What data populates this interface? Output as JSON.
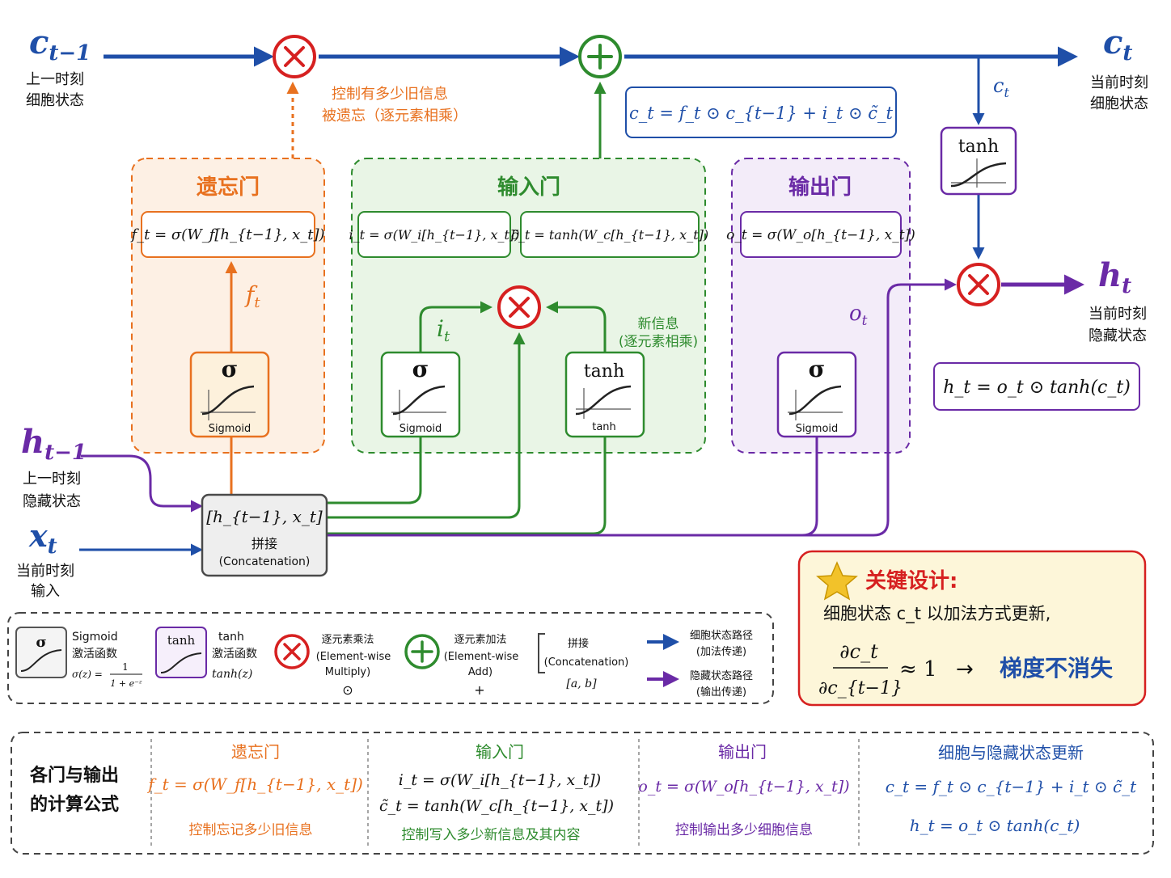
{
  "colors": {
    "blue": "#1f4fa8",
    "orange": "#e8711f",
    "green": "#2e8b2e",
    "purple": "#6a2aa6",
    "red": "#d62020",
    "gray": "#4a4a4a"
  },
  "inputs": {
    "c_prev": {
      "symbol": "c",
      "sub": "t−1",
      "label1": "上一时刻",
      "label2": "细胞状态"
    },
    "h_prev": {
      "symbol": "h",
      "sub": "t−1",
      "label1": "上一时刻",
      "label2": "隐藏状态"
    },
    "x_t": {
      "symbol": "x",
      "sub": "t",
      "label1": "当前时刻",
      "label2": "输入"
    }
  },
  "outputs": {
    "c_t": {
      "symbol": "c",
      "sub": "t",
      "label1": "当前时刻",
      "label2": "细胞状态"
    },
    "h_t": {
      "symbol": "h",
      "sub": "t",
      "label1": "当前时刻",
      "label2": "隐藏状态"
    }
  },
  "cell_path": {
    "forget_note1": "控制有多少旧信息",
    "forget_note2": "被遗忘（逐元素相乘）",
    "c_branch": {
      "symbol": "c",
      "sub": "t"
    },
    "update_formula": "c_t = f_t ⊙ c_{t−1} + i_t ⊙ c̃_t"
  },
  "forget_gate": {
    "title": "遗忘门",
    "formula": "f_t = σ(W_f[h_{t−1}, x_t])",
    "signal": {
      "symbol": "f",
      "sub": "t"
    },
    "act_symbol": "σ",
    "act_caption": "Sigmoid"
  },
  "input_gate": {
    "title": "输入门",
    "formula_i": "i_t = σ(W_i[h_{t−1}, x_t])",
    "formula_c": "c̃_t = tanh(W_c[h_{t−1}, x_t])",
    "signal": {
      "symbol": "i",
      "sub": "t"
    },
    "sigmoid_symbol": "σ",
    "sigmoid_caption": "Sigmoid",
    "tanh_symbol": "tanh",
    "tanh_caption": "tanh",
    "new_info1": "新信息",
    "new_info2": "(逐元素相乘)"
  },
  "output_gate": {
    "title": "输出门",
    "formula": "o_t = σ(W_o[h_{t−1}, x_t])",
    "signal": {
      "symbol": "o",
      "sub": "t"
    },
    "act_symbol": "σ",
    "act_caption": "Sigmoid"
  },
  "output_tanh": {
    "symbol": "tanh"
  },
  "h_formula": "h_t = o_t ⊙ tanh(c_t)",
  "concat": {
    "formula": "[h_{t−1}, x_t]",
    "label1": "拼接",
    "label2": "(Concatenation)"
  },
  "legend": {
    "sigmoid": {
      "symbol": "σ",
      "name": "Sigmoid",
      "desc": "激活函数",
      "formula_lhs": "σ(z) =",
      "num": "1",
      "den": "1 + e⁻ᶻ"
    },
    "tanh": {
      "symbol": "tanh",
      "name": "tanh",
      "desc": "激活函数",
      "formula": "tanh(z)"
    },
    "multiply": {
      "line1": "逐元素乘法",
      "line2": "(Element-wise",
      "line3": "Multiply)",
      "sym": "⊙"
    },
    "add": {
      "line1": "逐元素加法",
      "line2": "(Element-wise",
      "line3": "Add)",
      "sym": "+"
    },
    "concat": {
      "line1": "拼接",
      "line2": "(Concatenation)",
      "line3": "[a, b]"
    },
    "cell_arrow": {
      "line1": "细胞状态路径",
      "line2": "(加法传递)"
    },
    "hidden_arrow": {
      "line1": "隐藏状态路径",
      "line2": "(输出传递)"
    }
  },
  "key_design": {
    "title": "关键设计:",
    "line": "细胞状态 c_t 以加法方式更新,",
    "grad_num": "∂c_t",
    "grad_den": "∂c_{t−1}",
    "approx": "≈ 1",
    "arrow": "→",
    "conclusion": "梯度不消失"
  },
  "summary": {
    "heading1": "各门与输出",
    "heading2": "的计算公式",
    "columns": [
      {
        "title": "遗忘门",
        "formulas": [
          "f_t = σ(W_f[h_{t−1}, x_t])"
        ],
        "note": "控制忘记多少旧信息",
        "color": "#e8711f"
      },
      {
        "title": "输入门",
        "formulas": [
          "i_t = σ(W_i[h_{t−1}, x_t])",
          "c̃_t = tanh(W_c[h_{t−1}, x_t])"
        ],
        "note": "控制写入多少新信息及其内容",
        "color": "#2e8b2e"
      },
      {
        "title": "输出门",
        "formulas": [
          "o_t = σ(W_o[h_{t−1}, x_t])"
        ],
        "note": "控制输出多少细胞信息",
        "color": "#6a2aa6"
      },
      {
        "title": "细胞与隐藏状态更新",
        "formulas": [
          "c_t = f_t ⊙ c_{t−1} + i_t ⊙ c̃_t",
          "h_t = o_t ⊙ tanh(c_t)"
        ],
        "note": "",
        "color": "#1f4fa8"
      }
    ]
  }
}
